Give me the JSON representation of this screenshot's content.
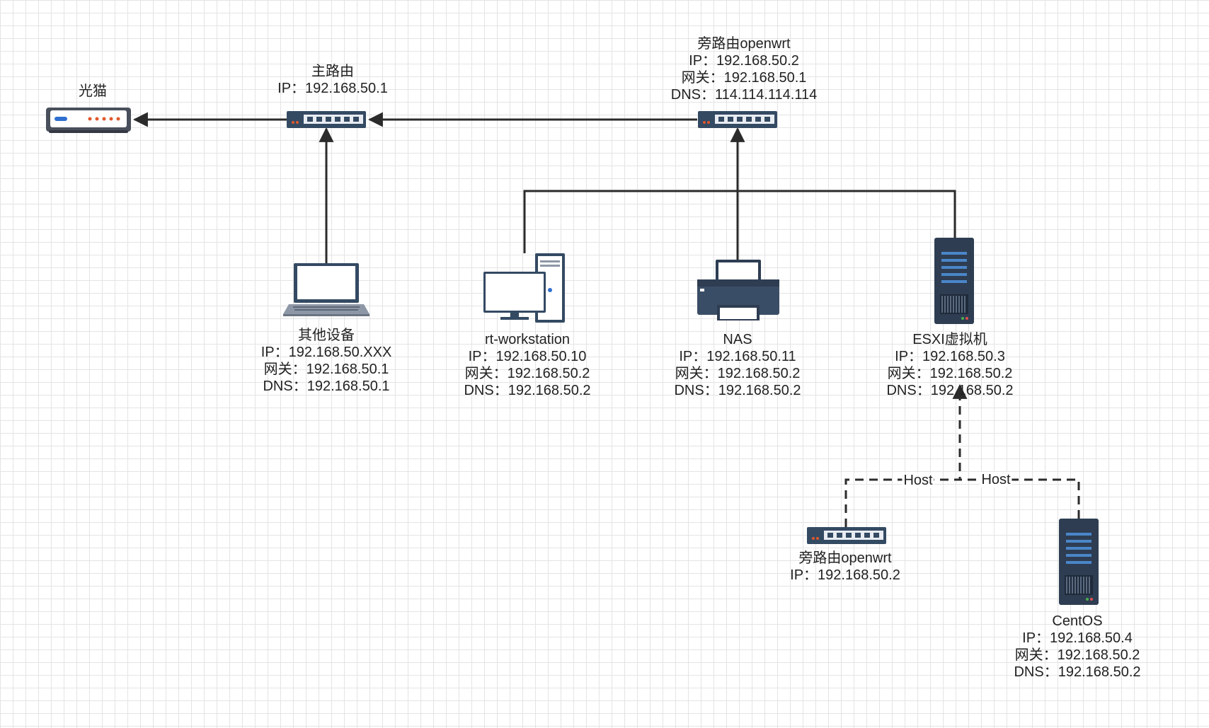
{
  "nodes": {
    "modem": {
      "name": "光猫"
    },
    "main_router": {
      "name": "主路由",
      "lines": [
        "IP：192.168.50.1"
      ]
    },
    "bypass_router": {
      "name": "旁路由openwrt",
      "lines": [
        "IP：192.168.50.2",
        "网关：192.168.50.1",
        "DNS：114.114.114.114"
      ]
    },
    "other_devices": {
      "name": "其他设备",
      "lines": [
        "IP：192.168.50.XXX",
        "网关：192.168.50.1",
        "DNS：192.168.50.1"
      ]
    },
    "workstation": {
      "name": "rt-workstation",
      "lines": [
        "IP：192.168.50.10",
        "网关：192.168.50.2",
        "DNS：192.168.50.2"
      ]
    },
    "nas": {
      "name": "NAS",
      "lines": [
        "IP：192.168.50.11",
        "网关：192.168.50.2",
        "DNS：192.168.50.2"
      ]
    },
    "esxi": {
      "name": "ESXI虚拟机",
      "lines": [
        "IP：192.168.50.3",
        "网关：192.168.50.2",
        "DNS：192.168.50.2"
      ]
    },
    "vm_openwrt": {
      "name": "旁路由openwrt",
      "lines": [
        "IP：192.168.50.2"
      ]
    },
    "centos": {
      "name": "CentOS",
      "lines": [
        "IP：192.168.50.4",
        "网关：192.168.50.2",
        "DNS：192.168.50.2"
      ]
    }
  },
  "edge_labels": {
    "host_left": "Host",
    "host_right": "Host"
  },
  "colors": {
    "line": "#2b2b2b",
    "device_dark": "#344a63",
    "device_body": "#2e3d52",
    "accent_led": "#e0582b",
    "screen": "#ffffff"
  }
}
